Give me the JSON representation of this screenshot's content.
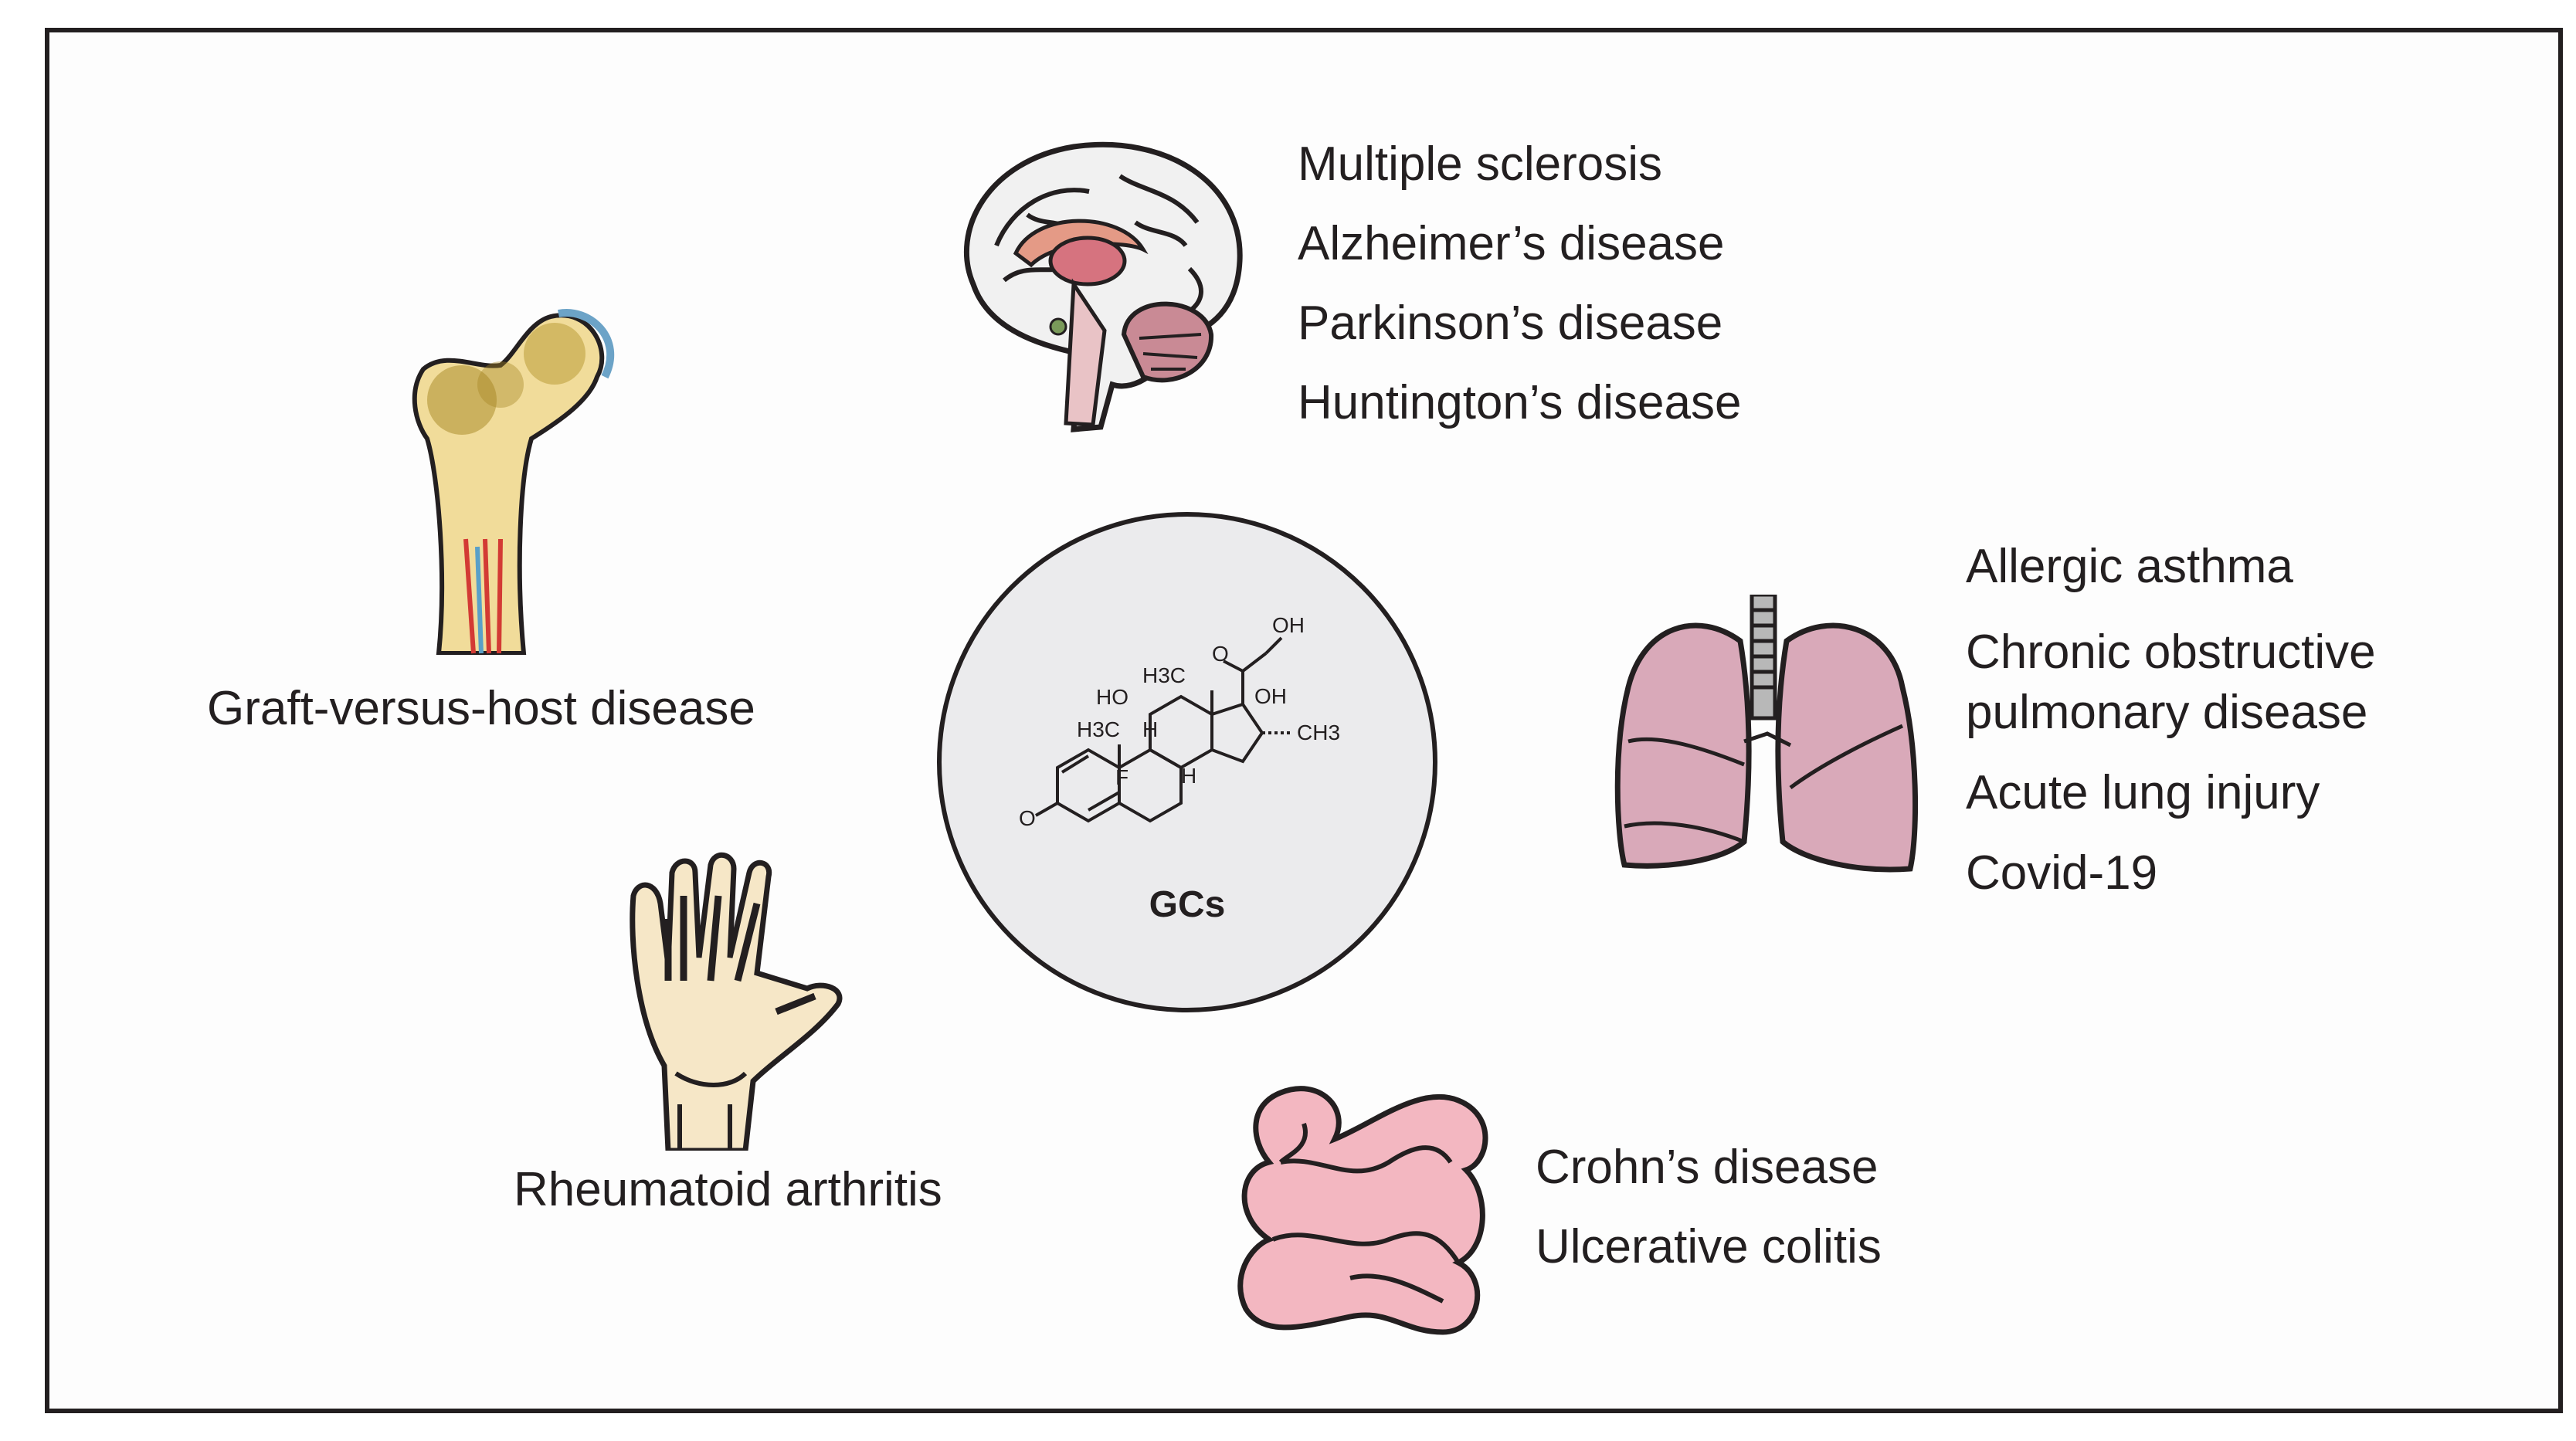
{
  "center": {
    "label": "GCs",
    "structure_name": "dexamethasone-icon"
  },
  "brain": {
    "diseases": [
      "Multiple sclerosis",
      "Alzheimer’s disease",
      "Parkinson’s disease",
      "Huntington’s disease"
    ]
  },
  "bone": {
    "disease": "Graft-versus-host disease"
  },
  "lungs": {
    "diseases": [
      "Allergic asthma",
      "Chronic obstructive",
      "pulmonary disease",
      "Acute lung injury",
      "Covid-19"
    ]
  },
  "hand": {
    "disease": "Rheumatoid arthritis"
  },
  "intestine": {
    "diseases": [
      "Crohn’s disease",
      "Ulcerative colitis"
    ]
  },
  "colors": {
    "outline": "#231f20",
    "center_fill": "#ebebed",
    "brain": "#f1f1f1",
    "lung": "#d9a9b9",
    "intestine": "#f3b7c1",
    "bone": "#f1dc9a"
  }
}
